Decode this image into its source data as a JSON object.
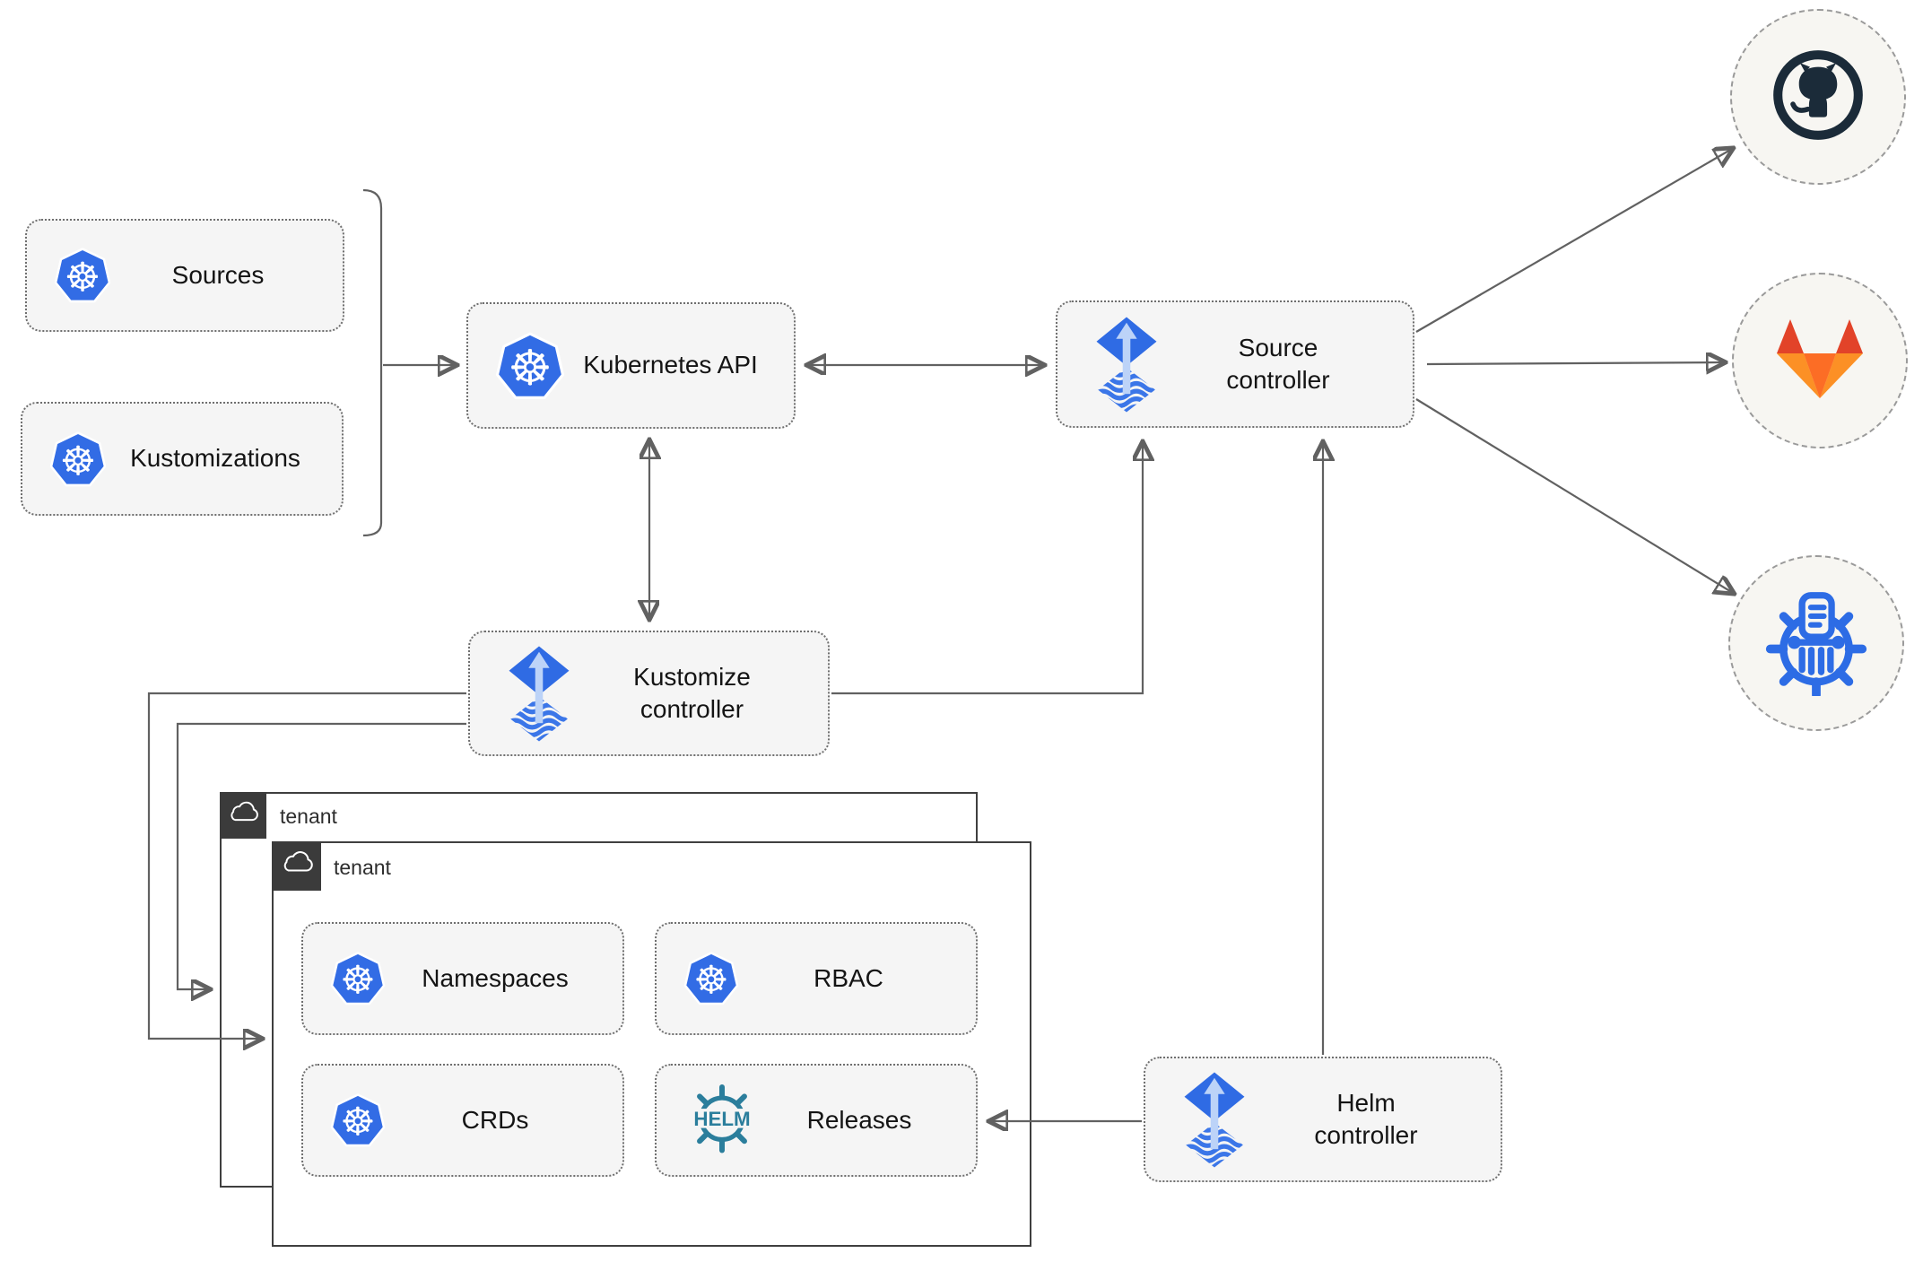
{
  "nodes": {
    "sources": {
      "label": "Sources"
    },
    "kustomizations": {
      "label": "Kustomizations"
    },
    "kubernetes_api": {
      "label": "Kubernetes API"
    },
    "source_controller": {
      "label": "Source\ncontroller"
    },
    "kustomize_controller": {
      "label": "Kustomize\ncontroller"
    },
    "helm_controller": {
      "label": "Helm\ncontroller"
    },
    "tenant_back": {
      "label": "tenant"
    },
    "tenant_front": {
      "label": "tenant"
    },
    "namespaces": {
      "label": "Namespaces"
    },
    "rbac": {
      "label": "RBAC"
    },
    "crds": {
      "label": "CRDs"
    },
    "releases": {
      "label": "Releases"
    }
  },
  "icons": {
    "k8s_wheel_char": "☸",
    "helm_wheel_text": "HELM",
    "kubernetes": "kubernetes-icon",
    "flux": "flux-icon",
    "helm": "helm-wheel-icon",
    "cloud": "cloud-icon",
    "github": "github-icon",
    "gitlab": "gitlab-icon",
    "chartmuseum": "chartmuseum-icon"
  },
  "edges": [
    {
      "from": "sources-kustomizations-group",
      "to": "kubernetes-api",
      "type": "arrow"
    },
    {
      "from": "kubernetes-api",
      "to": "source-controller",
      "type": "double-arrow"
    },
    {
      "from": "kubernetes-api",
      "to": "kustomize-controller",
      "type": "double-arrow"
    },
    {
      "from": "kustomize-controller",
      "to": "source-controller",
      "type": "arrow"
    },
    {
      "from": "helm-controller",
      "to": "source-controller",
      "type": "arrow"
    },
    {
      "from": "helm-controller",
      "to": "releases",
      "type": "arrow"
    },
    {
      "from": "kustomize-controller",
      "to": "tenant-front",
      "type": "arrow"
    },
    {
      "from": "kustomize-controller",
      "to": "tenant-back",
      "type": "arrow"
    },
    {
      "from": "source-controller",
      "to": "github",
      "type": "arrow"
    },
    {
      "from": "source-controller",
      "to": "gitlab",
      "type": "arrow"
    },
    {
      "from": "source-controller",
      "to": "chartmuseum",
      "type": "arrow"
    }
  ],
  "colors": {
    "arrow": "#616161",
    "box_fill": "#f5f5f5",
    "box_border": "#6f6f6f",
    "tenant_border": "#3f3f3f",
    "tab_bg": "#3b3b3b",
    "k8s_blue": "#326ce5",
    "flux_blue": "#2f6be4",
    "flux_light": "#bcd3f8",
    "helm_teal": "#2b7e9c",
    "github_dark": "#1b2b39",
    "gitlab_red": "#e24329",
    "gitlab_orange": "#fc6d26",
    "gitlab_amber": "#fca326",
    "chartmuseum_blue": "#2d6ce5",
    "circle_fill": "#f7f6f2"
  }
}
